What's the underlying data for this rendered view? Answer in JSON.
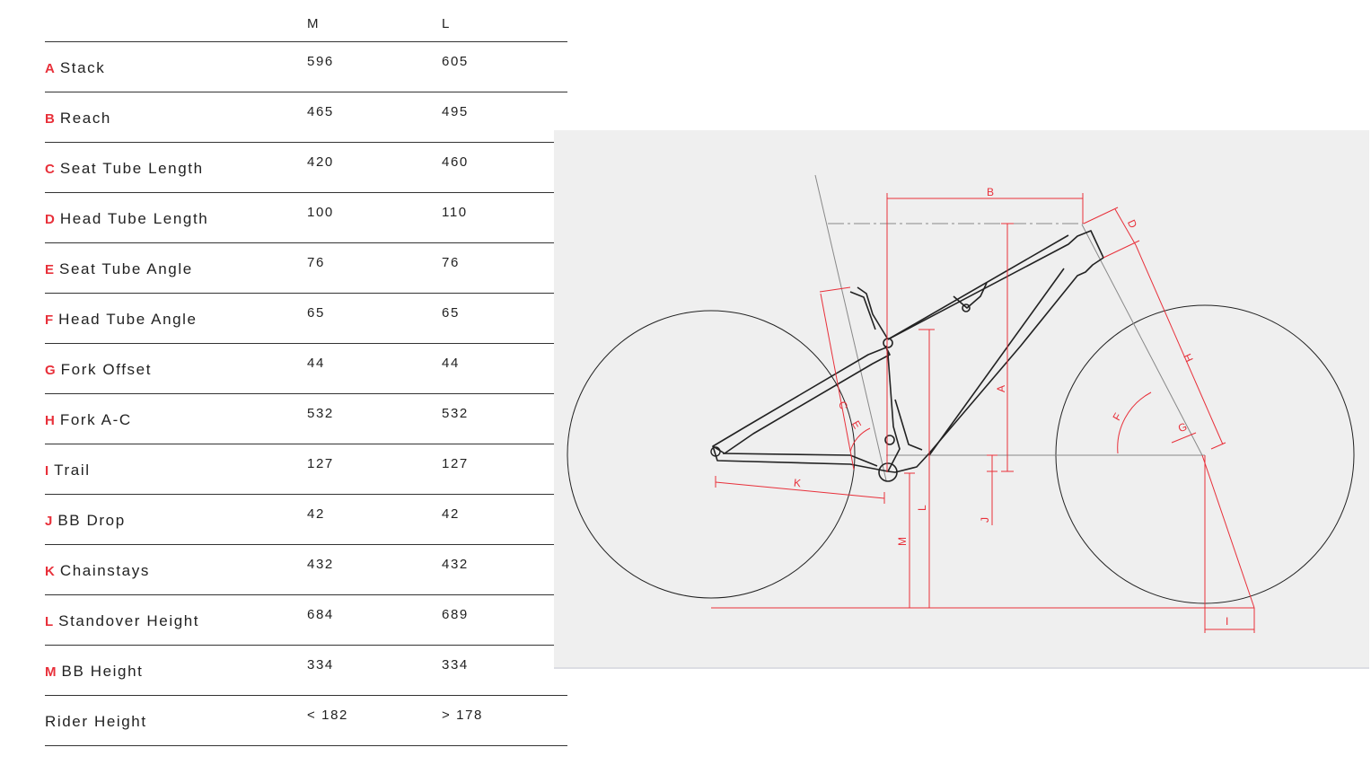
{
  "columns": [
    "M",
    "L"
  ],
  "rows": [
    {
      "letter": "A",
      "name": "Stack",
      "m": "596",
      "l": "605"
    },
    {
      "letter": "B",
      "name": "Reach",
      "m": "465",
      "l": "495"
    },
    {
      "letter": "C",
      "name": "Seat Tube Length",
      "m": "420",
      "l": "460"
    },
    {
      "letter": "D",
      "name": "Head Tube Length",
      "m": "100",
      "l": "110"
    },
    {
      "letter": "E",
      "name": "Seat Tube Angle",
      "m": "76",
      "l": "76"
    },
    {
      "letter": "F",
      "name": "Head Tube Angle",
      "m": "65",
      "l": "65"
    },
    {
      "letter": "G",
      "name": "Fork Offset",
      "m": "44",
      "l": "44"
    },
    {
      "letter": "H",
      "name": "Fork A-C",
      "m": "532",
      "l": "532"
    },
    {
      "letter": "I",
      "name": "Trail",
      "m": "127",
      "l": "127"
    },
    {
      "letter": "J",
      "name": "BB Drop",
      "m": "42",
      "l": "42"
    },
    {
      "letter": "K",
      "name": "Chainstays",
      "m": "432",
      "l": "432"
    },
    {
      "letter": "L",
      "name": "Standover Height",
      "m": "684",
      "l": "689"
    },
    {
      "letter": "M",
      "name": "BB Height",
      "m": "334",
      "l": "334"
    },
    {
      "letter": "",
      "name": "Rider Height",
      "m": "< 182",
      "l": "> 178"
    }
  ],
  "diagram": {
    "labels": {
      "A": "A",
      "B": "B",
      "C": "C",
      "D": "D",
      "E": "E",
      "F": "F",
      "G": "G",
      "H": "H",
      "I": "I",
      "J": "J",
      "K": "K",
      "L": "L",
      "M": "M"
    },
    "colors": {
      "dimension": "#e8303a",
      "frame": "#222222",
      "guide": "#888888",
      "background": "#efefef"
    }
  }
}
